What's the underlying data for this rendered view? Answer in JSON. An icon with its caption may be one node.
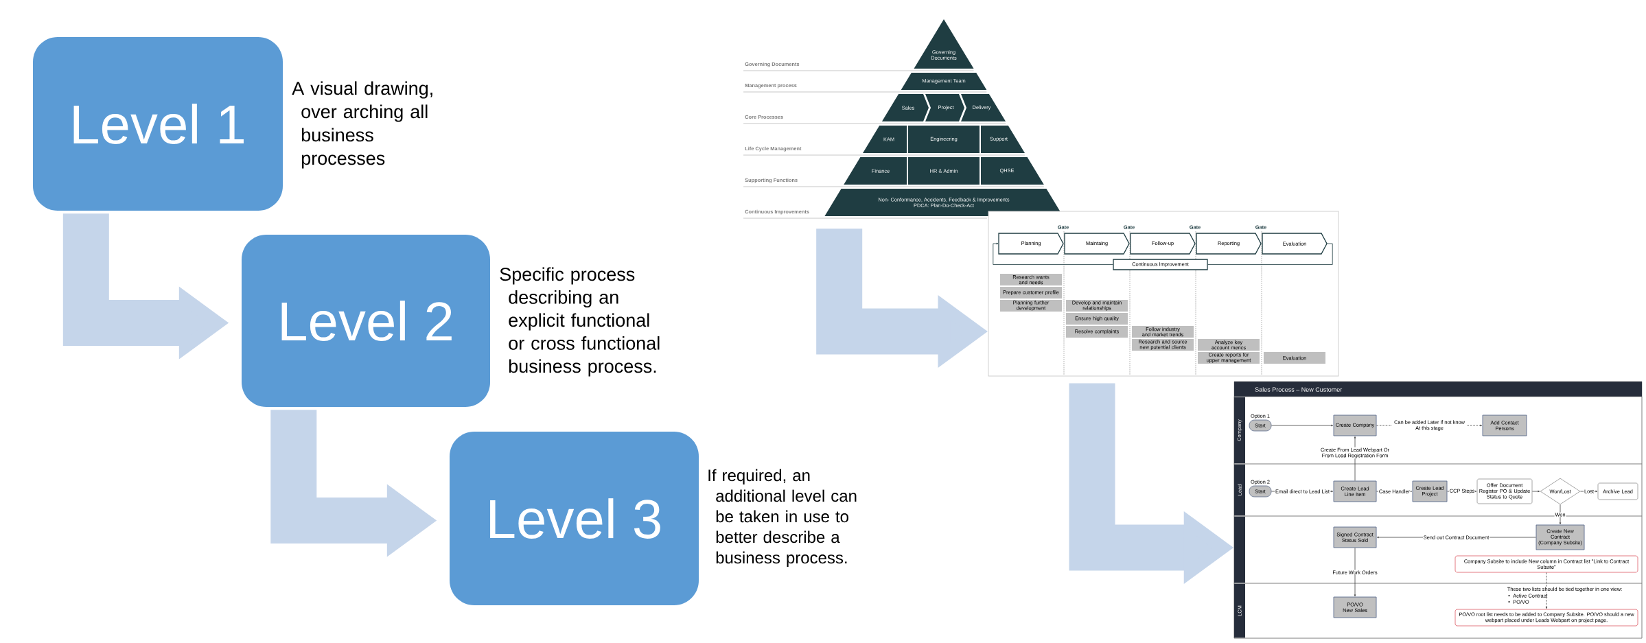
{
  "diagram": {
    "nodes": [
      {
        "text": [
          "Level 1"
        ],
        "beside": [
          "A visual drawing, over arching all business processes"
        ]
      },
      {
        "text": [
          "Level 2"
        ],
        "beside": [
          "Specific process describing an explicit functional or cross functional business process."
        ]
      },
      {
        "text": [
          "Level 3"
        ],
        "beside": [
          "If required, an additional level can be taken in use to better describe a business process."
        ]
      },
      {
        "text": [
          "Governing Documents"
        ]
      },
      {
        "text": [
          "Management Team"
        ]
      },
      {
        "text": [
          "Sales"
        ]
      },
      {
        "text": [
          "Project"
        ]
      },
      {
        "text": [
          "Delivery"
        ]
      },
      {
        "text": [
          "KAM"
        ]
      },
      {
        "text": [
          "Engineering"
        ]
      },
      {
        "text": [
          "Support"
        ]
      },
      {
        "text": [
          "Finance"
        ]
      },
      {
        "text": [
          "HR & Admin"
        ]
      },
      {
        "text": [
          "QHSE"
        ]
      },
      {
        "text": [
          "Non- Conformance, Accidents, Feedback & Improvements",
          "PDCA: Plan-Do-Check-Act"
        ]
      },
      {
        "text": [],
        "shape": "box"
      },
      {
        "text": [
          "Planning"
        ],
        "in": 15
      },
      {
        "text": [
          "Maintaing"
        ],
        "in": 15
      },
      {
        "text": [
          "Follow-up"
        ],
        "in": 15
      },
      {
        "text": [
          "Reporting"
        ],
        "in": 15
      },
      {
        "text": [
          "Evaluation"
        ],
        "in": 15
      },
      {
        "text": [
          "Continuous Improvement"
        ],
        "in": 15
      },
      {
        "text": [
          "Research wants and needs"
        ],
        "in": 15
      },
      {
        "text": [
          "Prepare customer profile"
        ],
        "in": 15
      },
      {
        "text": [
          "Planning further development"
        ],
        "in": 15
      },
      {
        "text": [
          "Develop and maintain relationships"
        ],
        "in": 15
      },
      {
        "text": [
          "Ensure high quality"
        ],
        "in": 15
      },
      {
        "text": [
          "Resolve complaints"
        ],
        "in": 15
      },
      {
        "text": [
          "Follow industry and market trends"
        ],
        "in": 15
      },
      {
        "text": [
          "Research and source new potential clients"
        ],
        "in": 15
      },
      {
        "text": [
          "Analyze key account merics"
        ],
        "in": 15
      },
      {
        "text": [
          "Create reports for upper management"
        ],
        "in": 15
      },
      {
        "text": [
          "Evaluation"
        ],
        "in": 15
      },
      {
        "text": [
          "Sales Process – New Customer"
        ]
      },
      {
        "text": [
          "Company"
        ],
        "in": 33
      },
      {
        "text": [
          "Lead"
        ],
        "in": 33
      },
      {
        "text": [],
        "shape": "band",
        "in": 33
      },
      {
        "text": [
          "LCM"
        ],
        "in": 33
      },
      {
        "text": [
          "Start"
        ],
        "in": 34,
        "beside": [
          "Option 1"
        ]
      },
      {
        "text": [
          "Create Company"
        ],
        "in": 34
      },
      {
        "text": [
          "Add Contact Persons"
        ],
        "in": 34
      },
      {
        "text": [
          "Start"
        ],
        "in": 35,
        "beside": [
          "Option 2"
        ]
      },
      {
        "text": [
          "Create Lead Line Item"
        ],
        "in": 35
      },
      {
        "text": [
          "Create Lead Project"
        ],
        "in": 35
      },
      {
        "text": [
          "Offer Document Register PO & Update Status to Quote"
        ],
        "in": 35
      },
      {
        "text": [
          "Won/Lost"
        ],
        "in": 35
      },
      {
        "text": [
          "Archive Lead"
        ],
        "in": 35
      },
      {
        "text": [
          "Signed Contract Status Sold"
        ],
        "in": 36
      },
      {
        "text": [
          "Create New Contract (Company Subsite)"
        ],
        "in": 36
      },
      {
        "text": [
          "Company Subsite to include New column in Contract list \"Link to Contract Subsite\""
        ],
        "in": 36
      },
      {
        "text": [
          "PO/VO New Sales"
        ],
        "in": 37
      },
      {
        "text": [
          "PO/VO root list needs to be added to Company Subsite. PO/VO should a new webpart placed under Leads Webpart on project page."
        ],
        "in": 37
      }
    ],
    "edges": [
      {
        "from": 0,
        "to": 1,
        "arrow": "to",
        "style": "thick",
        "color": "#c5d5ea"
      },
      {
        "from": 1,
        "to": 2,
        "arrow": "to",
        "style": "thick",
        "color": "#c5d5ea"
      },
      {
        "from": 14,
        "to": 15,
        "arrow": "to",
        "style": "thick",
        "color": "#c5d5ea"
      },
      {
        "from": 15,
        "to": 33,
        "arrow": "to",
        "style": "thick",
        "color": "#c5d5ea"
      },
      {
        "from": 20,
        "to": 21,
        "arrow": "none",
        "color": "#1f3d42"
      },
      {
        "from": 21,
        "to": 16,
        "arrow": "to",
        "color": "#1f3d42"
      },
      {
        "from": 38,
        "to": 39,
        "arrow": "to"
      },
      {
        "from": 39,
        "to": 40,
        "arrow": "to",
        "style": "dashed",
        "label": "Can be added Later if not know At this stage"
      },
      {
        "from": 42,
        "to": 39,
        "arrow": "to",
        "label": "Create From Lead Webpart Or From Lead Registration Form"
      },
      {
        "from": 41,
        "to": 42,
        "arrow": "to",
        "label": "Email direct to Lead List"
      },
      {
        "from": 42,
        "to": 43,
        "arrow": "to",
        "label": "Case Handler"
      },
      {
        "from": 43,
        "to": 44,
        "arrow": "to",
        "label": "CCP Steps"
      },
      {
        "from": 44,
        "to": 45,
        "arrow": "to"
      },
      {
        "from": 45,
        "to": 46,
        "arrow": "to",
        "label": "Lost"
      },
      {
        "from": 45,
        "to": 48,
        "arrow": "to",
        "label": "Won"
      },
      {
        "from": 48,
        "to": 47,
        "arrow": "to",
        "label": "Send out Contract Document"
      },
      {
        "from": 47,
        "to": 50,
        "arrow": "to",
        "label": "Future Work Orders"
      },
      {
        "from": 49,
        "to": 51,
        "arrow": "to",
        "style": "dashed"
      }
    ],
    "labels": [
      "Governing Documents",
      "Management process",
      "Core Processes",
      "Life Cycle Management",
      "Supporting Functions",
      "Continuous Improvements",
      "Gate",
      "Gate",
      "Gate",
      "Gate",
      "These two lists should be tied together in one view:",
      "Active Contract",
      "PO/VO"
    ]
  }
}
